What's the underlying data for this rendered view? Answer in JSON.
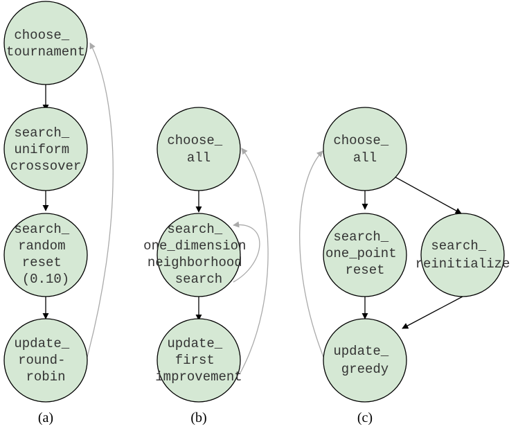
{
  "colors": {
    "node_fill": "#d5e8d4",
    "node_stroke": "#000000",
    "node_text": "#333333",
    "edge_flow": "#000000",
    "edge_feedback": "#aaaaaa"
  },
  "panels": [
    {
      "caption": "(a)",
      "nodes": [
        {
          "id": "a1",
          "lines": [
            "choose_",
            "tournament"
          ]
        },
        {
          "id": "a2",
          "lines": [
            "search_",
            "uniform",
            "crossover"
          ]
        },
        {
          "id": "a3",
          "lines": [
            "search_",
            "random",
            "reset",
            "(0.10)"
          ]
        },
        {
          "id": "a4",
          "lines": [
            "update_",
            "round-",
            "robin"
          ]
        }
      ]
    },
    {
      "caption": "(b)",
      "nodes": [
        {
          "id": "b1",
          "lines": [
            "choose_",
            "all"
          ]
        },
        {
          "id": "b2",
          "lines": [
            "search_",
            "one_dimension",
            "neighborhood",
            "search"
          ]
        },
        {
          "id": "b3",
          "lines": [
            "update_",
            "first",
            "improvement"
          ]
        }
      ]
    },
    {
      "caption": "(c)",
      "nodes": [
        {
          "id": "c1",
          "lines": [
            "choose_",
            "all"
          ]
        },
        {
          "id": "c2",
          "lines": [
            "search_",
            "one_point",
            "reset"
          ]
        },
        {
          "id": "c3",
          "lines": [
            "search_",
            "reinitialize"
          ]
        },
        {
          "id": "c4",
          "lines": [
            "update_",
            "greedy"
          ]
        }
      ]
    }
  ]
}
